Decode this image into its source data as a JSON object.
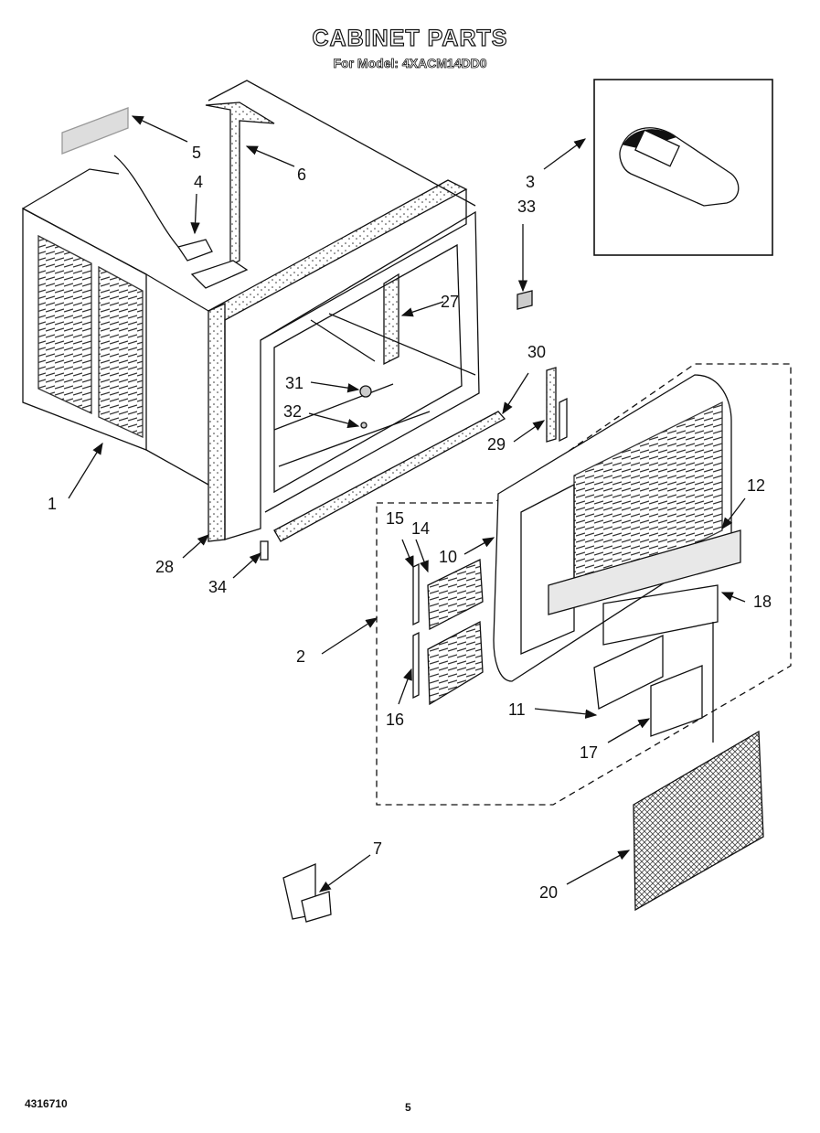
{
  "title": "CABINET PARTS",
  "subtitle": "For Model: 4XACM14DD0",
  "callouts": {
    "c1": "1",
    "c2": "2",
    "c3": "3",
    "c4": "4",
    "c5": "5",
    "c6": "6",
    "c7": "7",
    "c10": "10",
    "c11": "11",
    "c12": "12",
    "c14": "14",
    "c15": "15",
    "c16": "16",
    "c17": "17",
    "c18": "18",
    "c20": "20",
    "c27": "27",
    "c28": "28",
    "c29": "29",
    "c30": "30",
    "c31": "31",
    "c32": "32",
    "c33": "33",
    "c34": "34"
  },
  "footer": {
    "doc_number": "4316710",
    "page": "5"
  }
}
